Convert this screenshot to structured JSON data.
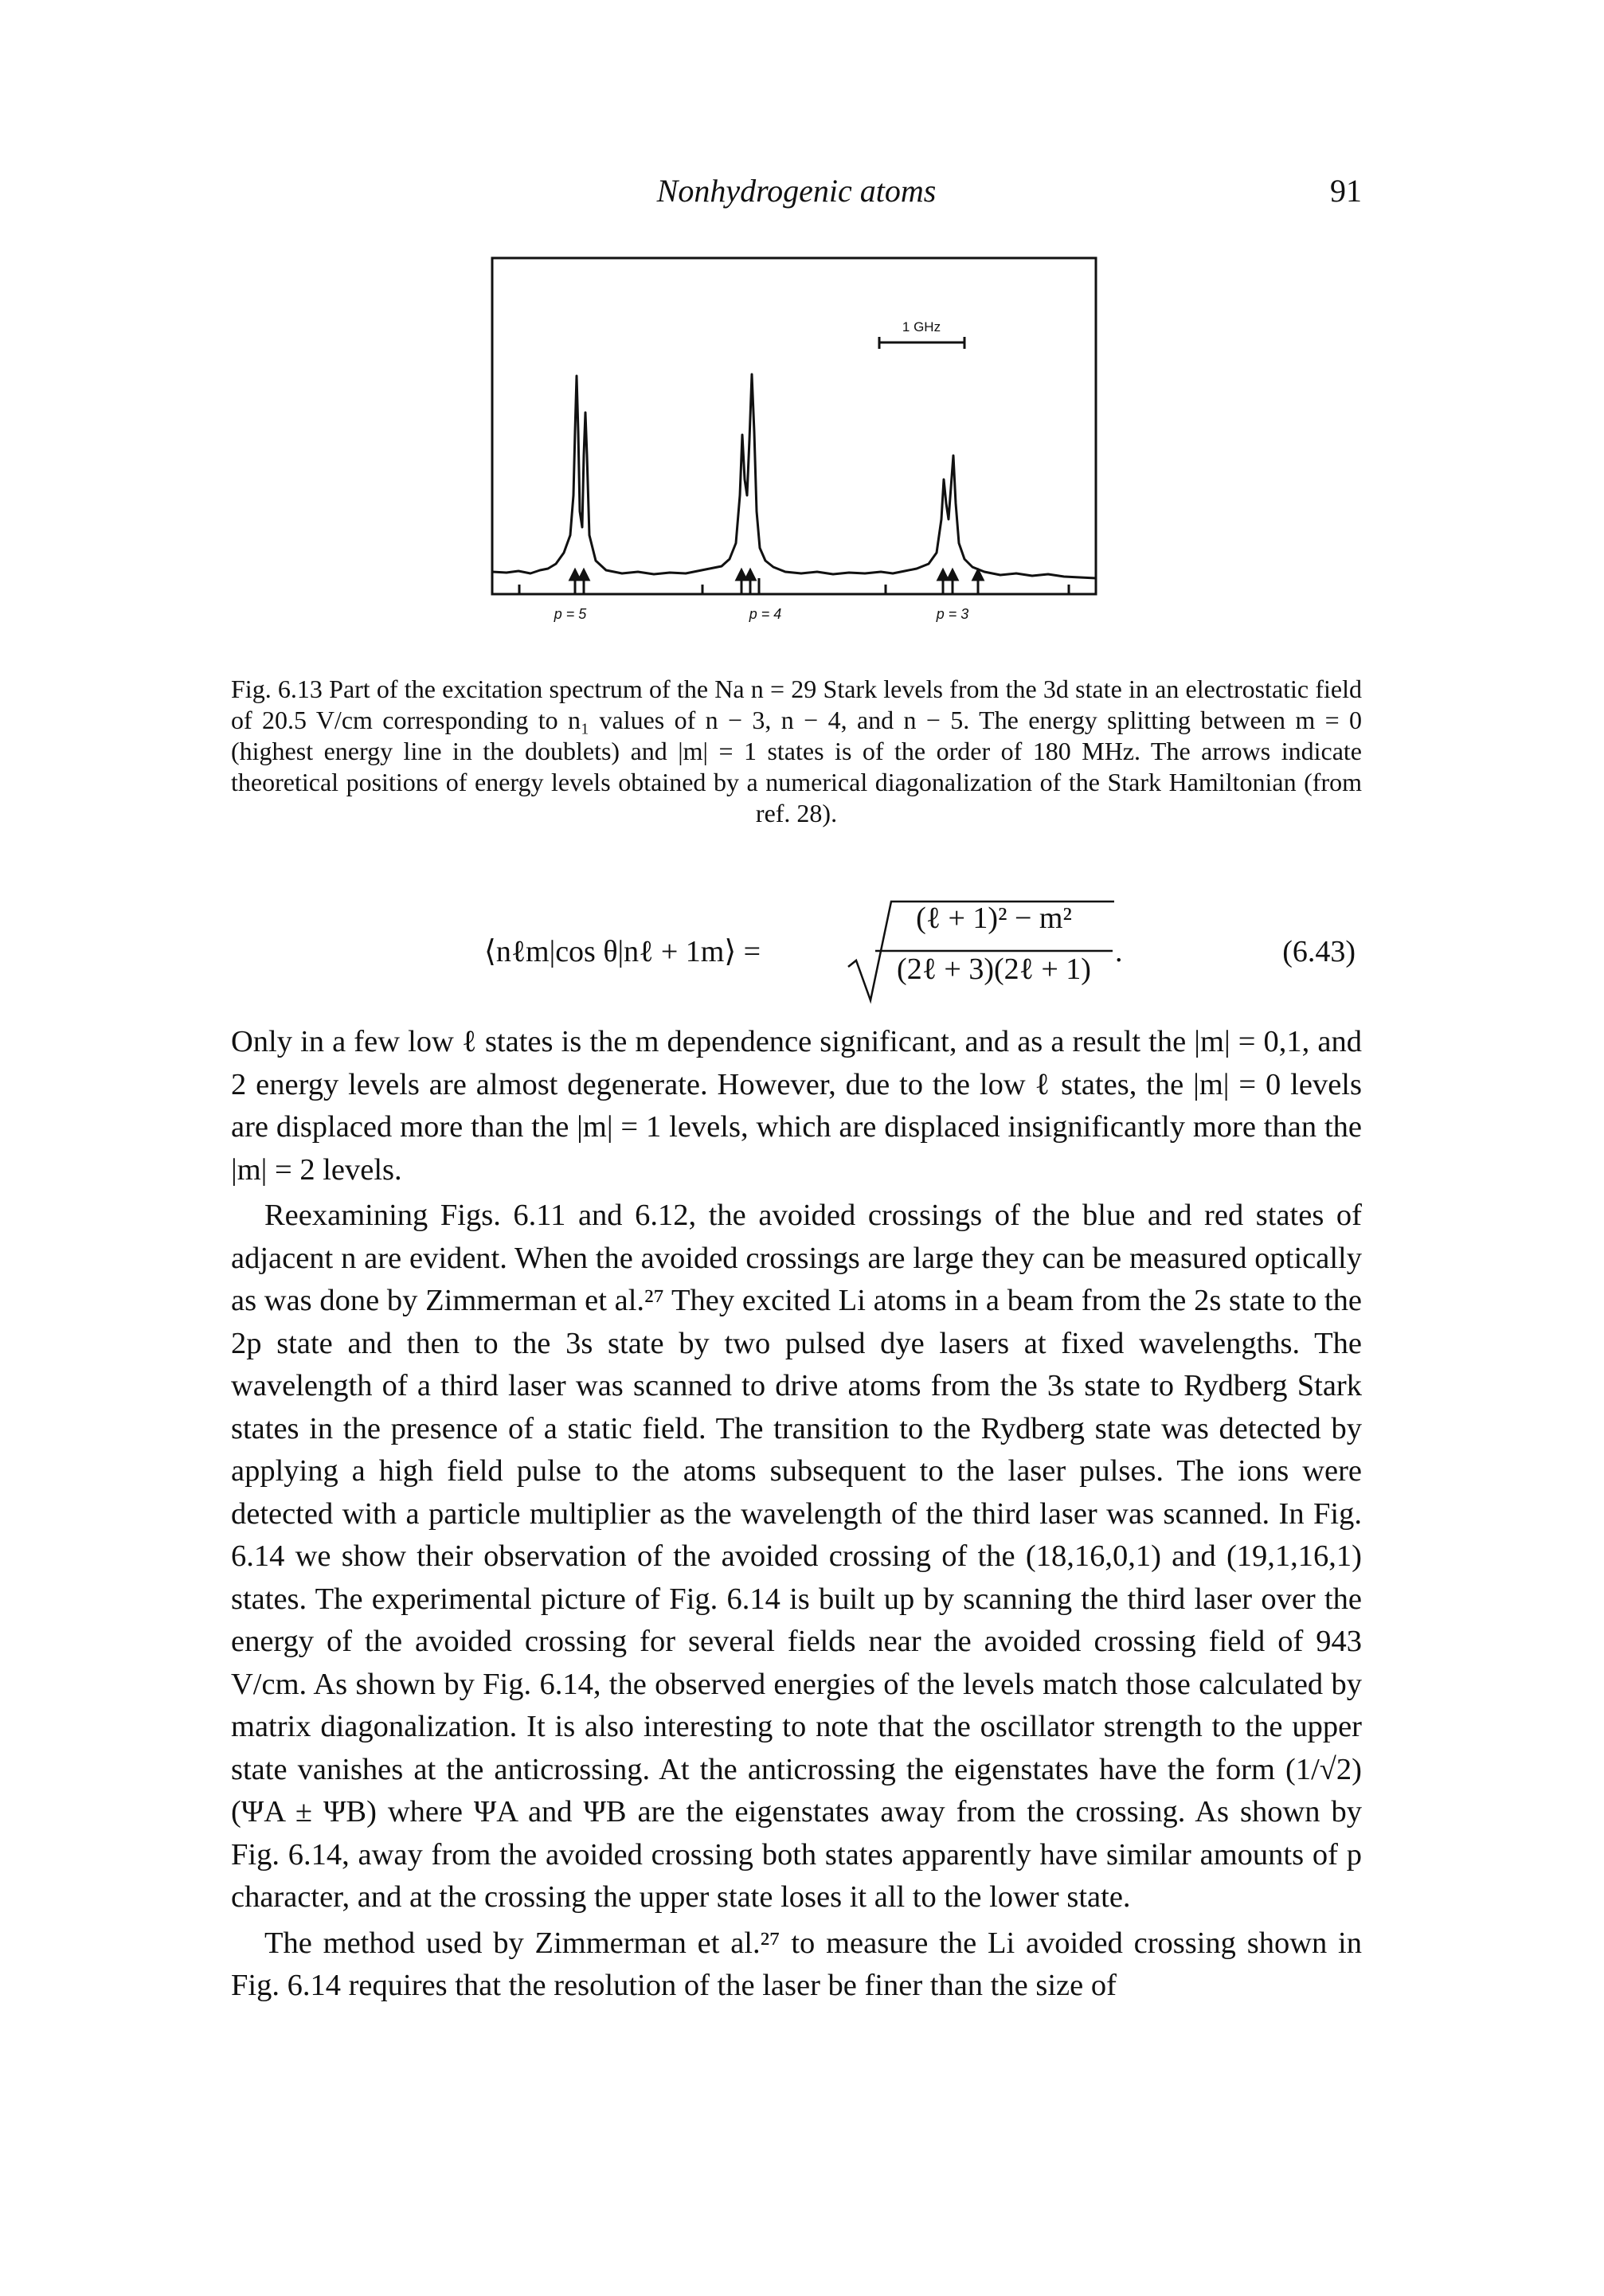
{
  "header": {
    "running_title": "Nonhydrogenic atoms",
    "page_number": "91"
  },
  "figure": {
    "scale_bar_label": "1 GHz",
    "group_labels": [
      "p = 5",
      "p = 4",
      "p = 3"
    ],
    "caption": "Fig. 6.13 Part of the excitation spectrum of the Na n = 29 Stark levels from the 3d state in an electrostatic field of 20.5 V/cm corresponding to n₁ values of n − 3, n − 4, and n − 5. The energy splitting between m = 0 (highest energy line in the doublets) and |m| = 1 states is of the order of 180 MHz. The arrows indicate theoretical positions of energy levels obtained by a numerical diagonalization of the Stark Hamiltonian (from ref. 28)."
  },
  "equation": {
    "lhs": "⟨nℓm|cos θ|nℓ + 1m⟩ =",
    "numerator": "(ℓ + 1)² − m²",
    "denominator": "(2ℓ + 3)(2ℓ + 1)",
    "trailing": ".",
    "number": "(6.43)"
  },
  "paragraphs": [
    "Only in a few low ℓ states is the m dependence significant, and as a result the |m| = 0,1, and 2 energy levels are almost degenerate. However, due to the low ℓ states, the |m| = 0 levels are displaced more than the |m| = 1 levels, which are displaced insignificantly more than the |m| = 2 levels.",
    "Reexamining Figs. 6.11 and 6.12, the avoided crossings of the blue and red states of adjacent n are evident. When the avoided crossings are large they can be measured optically as was done by Zimmerman et al.²⁷ They excited Li atoms in a beam from the 2s state to the 2p state and then to the 3s state by two pulsed dye lasers at fixed wavelengths. The wavelength of a third laser was scanned to drive atoms from the 3s state to Rydberg Stark states in the presence of a static field. The transition to the Rydberg state was detected by applying a high field pulse to the atoms subsequent to the laser pulses. The ions were detected with a particle multiplier as the wavelength of the third laser was scanned. In Fig. 6.14 we show their observation of the avoided crossing of the (18,16,0,1) and (19,1,16,1) states. The experimental picture of Fig. 6.14 is built up by scanning the third laser over the energy of the avoided crossing for several fields near the avoided crossing field of 943 V/cm. As shown by Fig. 6.14, the observed energies of the levels match those calculated by matrix diagonalization. It is also interesting to note that the oscillator strength to the upper state vanishes at the anticrossing. At the anticrossing the eigenstates have the form (1/√2) (ΨA ± ΨB) where ΨA and ΨB are the eigenstates away from the crossing. As shown by Fig. 6.14, away from the avoided crossing both states apparently have similar amounts of p character, and at the crossing the upper state loses it all to the lower state.",
    "The method used by Zimmerman et al.²⁷ to measure the Li avoided crossing shown in Fig. 6.14 requires that the resolution of the laser be finer than the size of"
  ]
}
